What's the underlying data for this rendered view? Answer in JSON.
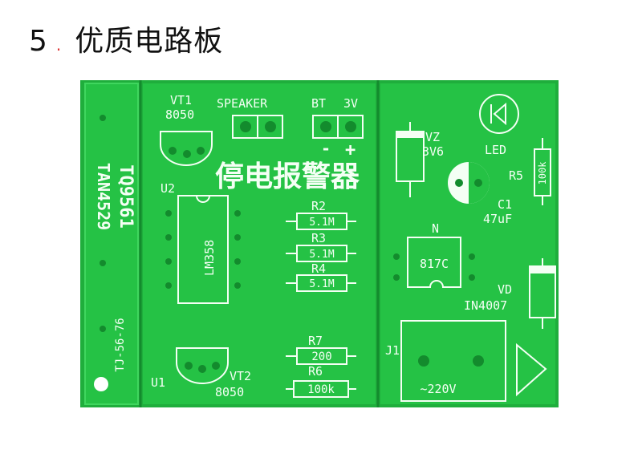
{
  "heading": {
    "number": "5",
    "separator": ".",
    "title": "优质电路板"
  },
  "board": {
    "colors": {
      "substrate": "#1fae3c",
      "copper": "#25c245",
      "silkscreen": "#f4fff4",
      "edge": "#128a2c"
    },
    "left_strip": {
      "code_a": "TAN4529",
      "code_b": "TQ9561",
      "code_c": "TJ-56-76"
    },
    "main_title": "停电报警器",
    "components": {
      "vt1": "VT1",
      "vt1_part": "8050",
      "speaker": "SPEAKER",
      "bt": "BT",
      "bt_v": "3V",
      "bt_minus": "-",
      "bt_plus": "+",
      "u2": "U2",
      "u2_part": "LM358",
      "r2": "R2",
      "r2_val": "5.1M",
      "r3": "R3",
      "r3_val": "5.1M",
      "r4": "R4",
      "r4_val": "5.1M",
      "r7": "R7",
      "r7_val": "200",
      "r6": "R6",
      "r6_val": "100k",
      "u1": "U1",
      "vt2": "VT2",
      "vt2_part": "8050",
      "vz": "VZ",
      "vz_val": "3V6",
      "led": "LED",
      "r5": "R5",
      "r5_val": "100k",
      "c1": "C1",
      "c1_val": "47uF",
      "n": "N",
      "n_part": "817C",
      "vd": "VD",
      "vd_part": "IN4007",
      "j1": "J1",
      "j1_val": "~220V"
    }
  }
}
